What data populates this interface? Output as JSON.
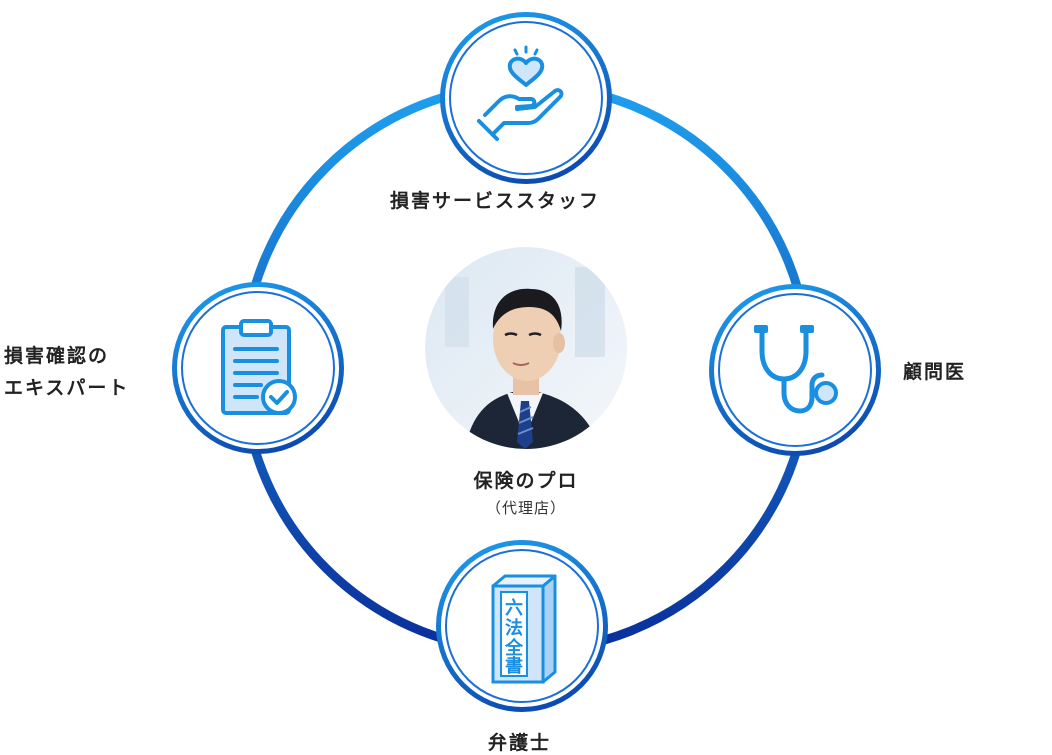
{
  "center": {
    "title": "保険のプロ",
    "subtitle": "（代理店）"
  },
  "nodes": {
    "top": {
      "label": "損害サービススタッフ",
      "icon": "caring-hand-heart-icon"
    },
    "right": {
      "label": "顧問医",
      "icon": "stethoscope-icon"
    },
    "bottom": {
      "label": "弁護士",
      "icon": "law-book-icon",
      "book_text": [
        "六",
        "法",
        "全",
        "書"
      ]
    },
    "left": {
      "label_line1": "損害確認の",
      "label_line2": "エキスパート",
      "icon": "clipboard-check-icon"
    }
  },
  "colors": {
    "ring_light": "#1fa0ee",
    "ring_dark": "#0a3fa8",
    "icon_blue": "#1a8fe0",
    "book_fill": "#cfe6fa"
  }
}
